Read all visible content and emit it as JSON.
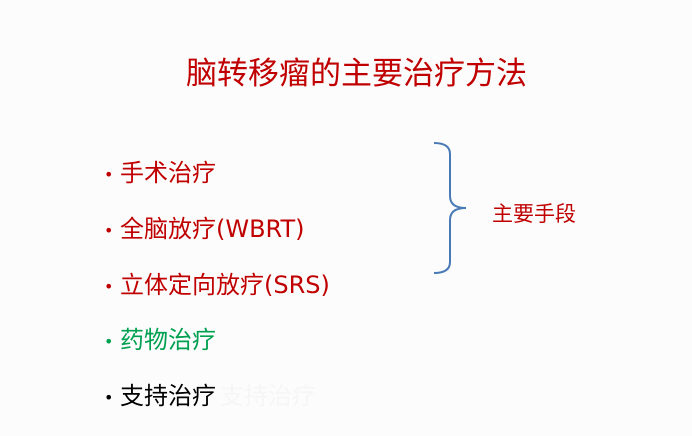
{
  "title": "脑转移瘤的主要治疗方法",
  "items": [
    {
      "label": "手术治疗",
      "color": "#c00000"
    },
    {
      "label": "全脑放疗(WBRT)",
      "color": "#c00000"
    },
    {
      "label": "立体定向放疗(SRS)",
      "color": "#c00000"
    },
    {
      "label": "药物治疗",
      "color": "#00a050"
    },
    {
      "label": "支持治疗",
      "color": "#000000"
    }
  ],
  "ghost_text": "支持治疗",
  "bullet": "•",
  "brace_label": "主要手段",
  "brace_color": "#4a7ab5"
}
